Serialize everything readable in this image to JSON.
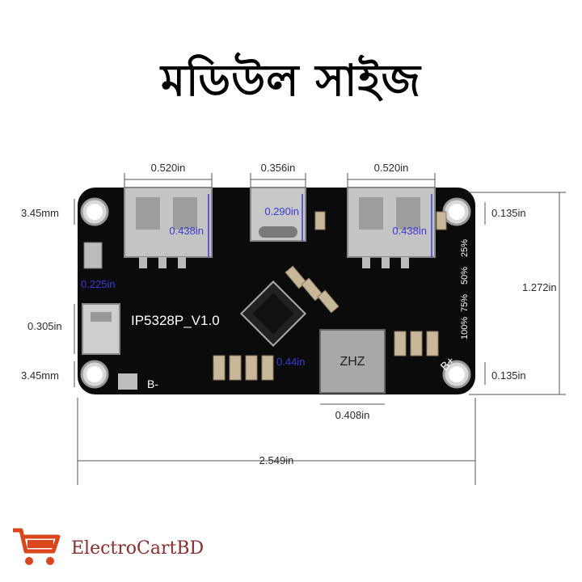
{
  "title": "মডিউল সাইজ",
  "board": {
    "model_label": "IP5328P_V1.0",
    "inductor_label": "ZHZ",
    "b_minus_label": "B-",
    "b_plus_label": "B+",
    "charge_levels": [
      "25%",
      "50%",
      "75%",
      "100%"
    ]
  },
  "dimensions": {
    "usb_a_left_width": "0.520in",
    "usb_c_width": "0.356in",
    "usb_a_right_width": "0.520in",
    "usb_a_left_height": "0.438in",
    "usb_c_height": "0.290in",
    "usb_a_right_height": "0.438in",
    "hole_left_top": "3.45mm",
    "hole_left_bottom": "3.45mm",
    "micro_usb_height": "0.305in",
    "micro_usb_label": "0.225in",
    "hole_right_top": "0.135in",
    "hole_right_bottom": "0.135in",
    "board_height": "1.272in",
    "inductor_width": "0.408in",
    "board_width": "2.549in",
    "chip_label": "0.44in"
  },
  "brand": {
    "name": "ElectroCartBD",
    "color": "#8a2c2c",
    "logo_color": "#d9481c"
  }
}
